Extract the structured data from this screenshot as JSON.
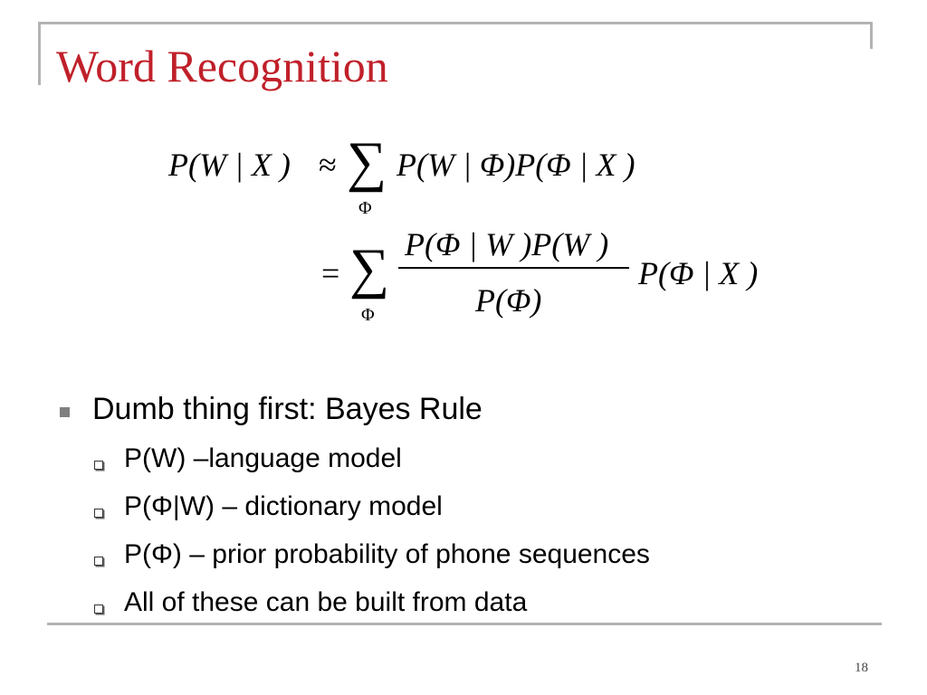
{
  "slide": {
    "title": "Word Recognition",
    "page_number": "18"
  },
  "equation": {
    "line1_lhs": "P(W | X )",
    "approx": "≈",
    "sigma": "∑",
    "sum_index": "Φ",
    "line1_rhs": "P(W | Φ)P(Φ | X )",
    "equals": "=",
    "numerator": "P(Φ | W )P(W )",
    "denominator": "P(Φ)",
    "line2_rhs": "P(Φ | X )"
  },
  "bullets": {
    "main": "Dumb thing first: Bayes Rule",
    "sub": [
      "P(W) –language model",
      "P(Φ|W) – dictionary model",
      "P(Φ) – prior probability of phone sequences",
      "All of these can be built from data"
    ]
  }
}
